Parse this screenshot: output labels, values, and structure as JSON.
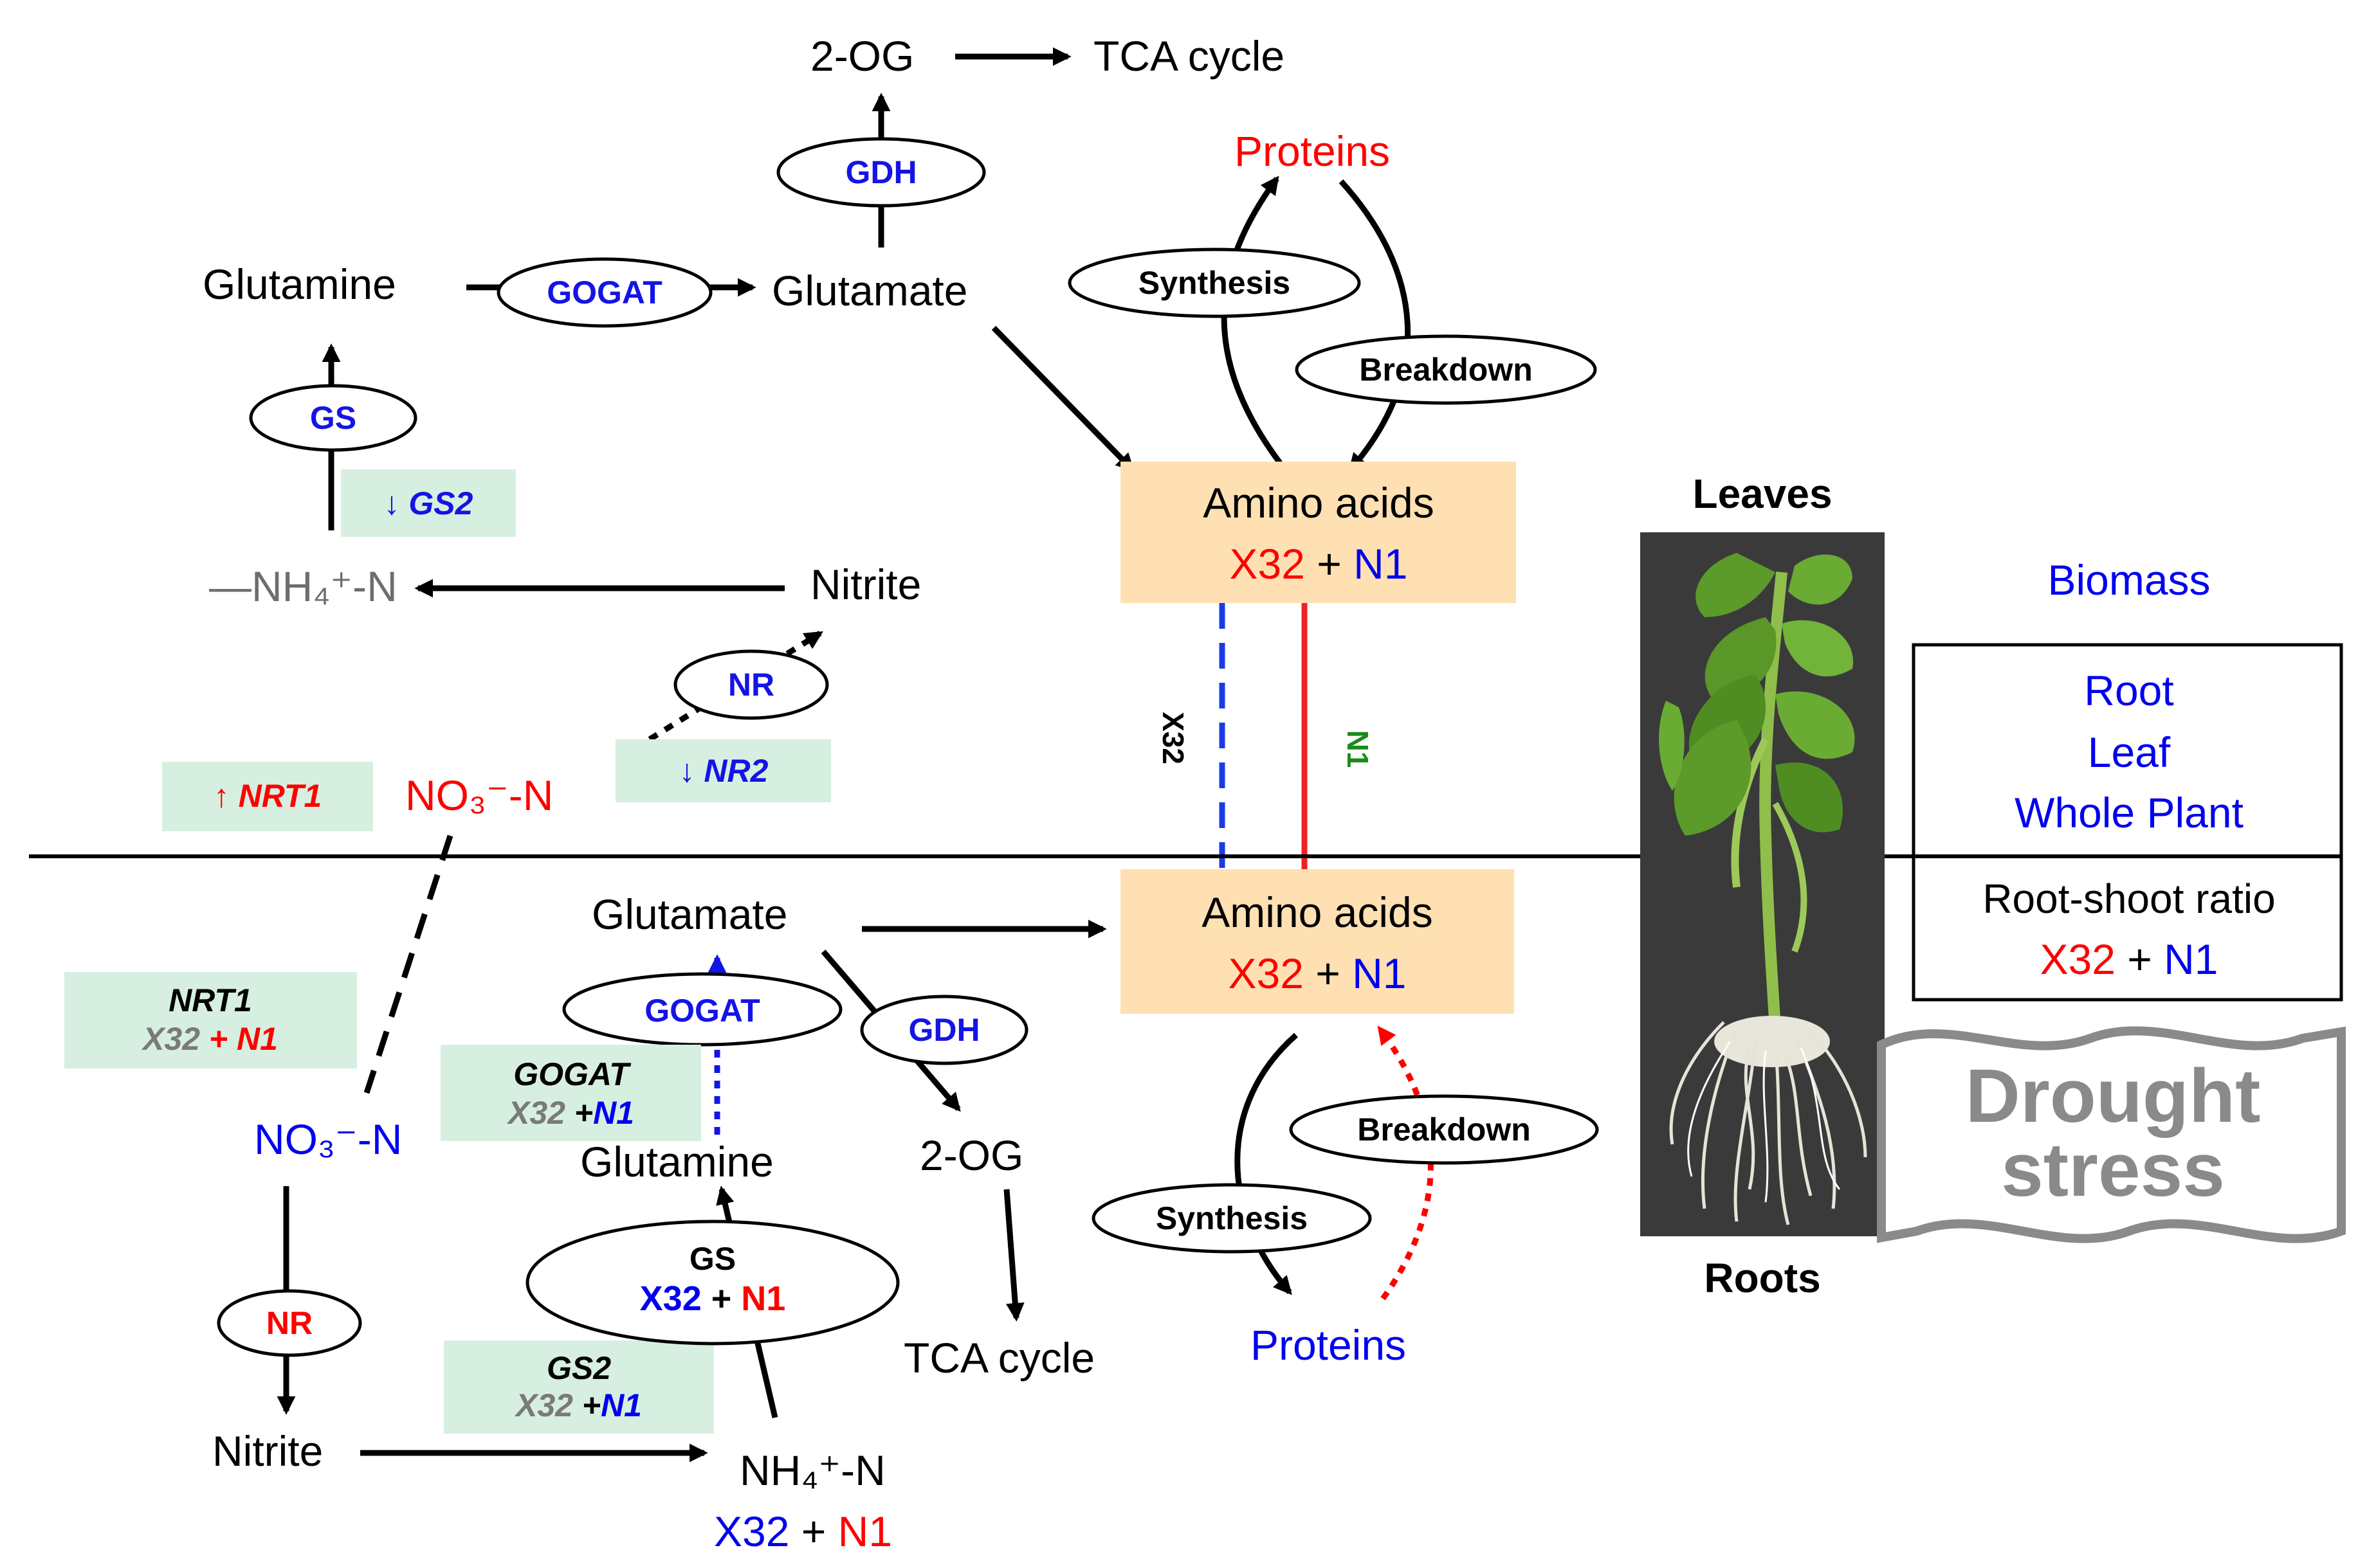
{
  "colors": {
    "x32_increase": "#ff0000",
    "n1_increase": "#0000ee",
    "enzyme": "#1414e6",
    "neutral": "#000000",
    "gene_box": "#d7efe0",
    "amino_box": "#ffe0b3",
    "n1_line_label": "#1a8a1a"
  },
  "leaves": {
    "glutamine": "Glutamine",
    "glutamate": "Glutamate",
    "two_og": "2-OG",
    "tca": "TCA cycle",
    "gdh": "GDH",
    "gogat": "GOGAT",
    "gs": "GS",
    "gs2_gene": "↓ GS2",
    "nh4": "—NH₄⁺-N",
    "nitrite": "Nitrite",
    "nr": "NR",
    "nr2_gene": "↓ NR2",
    "nrt1_gene": "↑ NRT1",
    "no3": "NO₃⁻-N",
    "proteins": "Proteins",
    "synthesis": "Synthesis",
    "breakdown": "Breakdown",
    "amino_title": "Amino acids",
    "amino_x32": "X32",
    "amino_plus": " + ",
    "amino_n1": "N1"
  },
  "connector": {
    "x32_label": "X32",
    "n1_label": "N1"
  },
  "roots": {
    "glutamate": "Glutamate",
    "gogat": "GOGAT",
    "gdh": "GDH",
    "gogat_gene": "GOGAT",
    "gogat_gene_sub_x32": "X32",
    "gogat_gene_sub_plus": " +",
    "gogat_gene_sub_n1": "N1",
    "glutamine": "Glutamine",
    "two_og": "2-OG",
    "tca": "TCA cycle",
    "nrt1_gene": "NRT1",
    "nrt1_sub_x32": "X32",
    "nrt1_sub_plus": " + ",
    "nrt1_sub_n1": "N1",
    "no3": "NO₃⁻-N",
    "nr": "NR",
    "nitrite": "Nitrite",
    "gs": "GS",
    "gs_sub_x32": "X32",
    "gs_sub_plus": " + ",
    "gs_sub_n1": "N1",
    "gs2_gene": "GS2",
    "gs2_sub_x32": "X32",
    "gs2_sub_plus": " +",
    "gs2_sub_n1": "N1",
    "nh4": "NH₄⁺-N",
    "nh4_x32": "X32",
    "nh4_plus": " + ",
    "nh4_n1": "N1",
    "amino_title": "Amino acids",
    "amino_x32": "X32",
    "amino_plus": " + ",
    "amino_n1": "N1",
    "synthesis": "Synthesis",
    "breakdown": "Breakdown",
    "proteins": "Proteins"
  },
  "plant": {
    "leaves_label": "Leaves",
    "roots_label": "Roots",
    "photo_icon": "sweet-potato-plant-photo"
  },
  "biomass": {
    "title": "Biomass",
    "items": [
      "Root",
      "Leaf",
      "Whole Plant"
    ],
    "ratio_label": "Root-shoot ratio",
    "ratio_x32": "X32",
    "ratio_plus": " + ",
    "ratio_n1": "N1"
  },
  "stress": {
    "line1": "Drought",
    "line2": "stress"
  }
}
